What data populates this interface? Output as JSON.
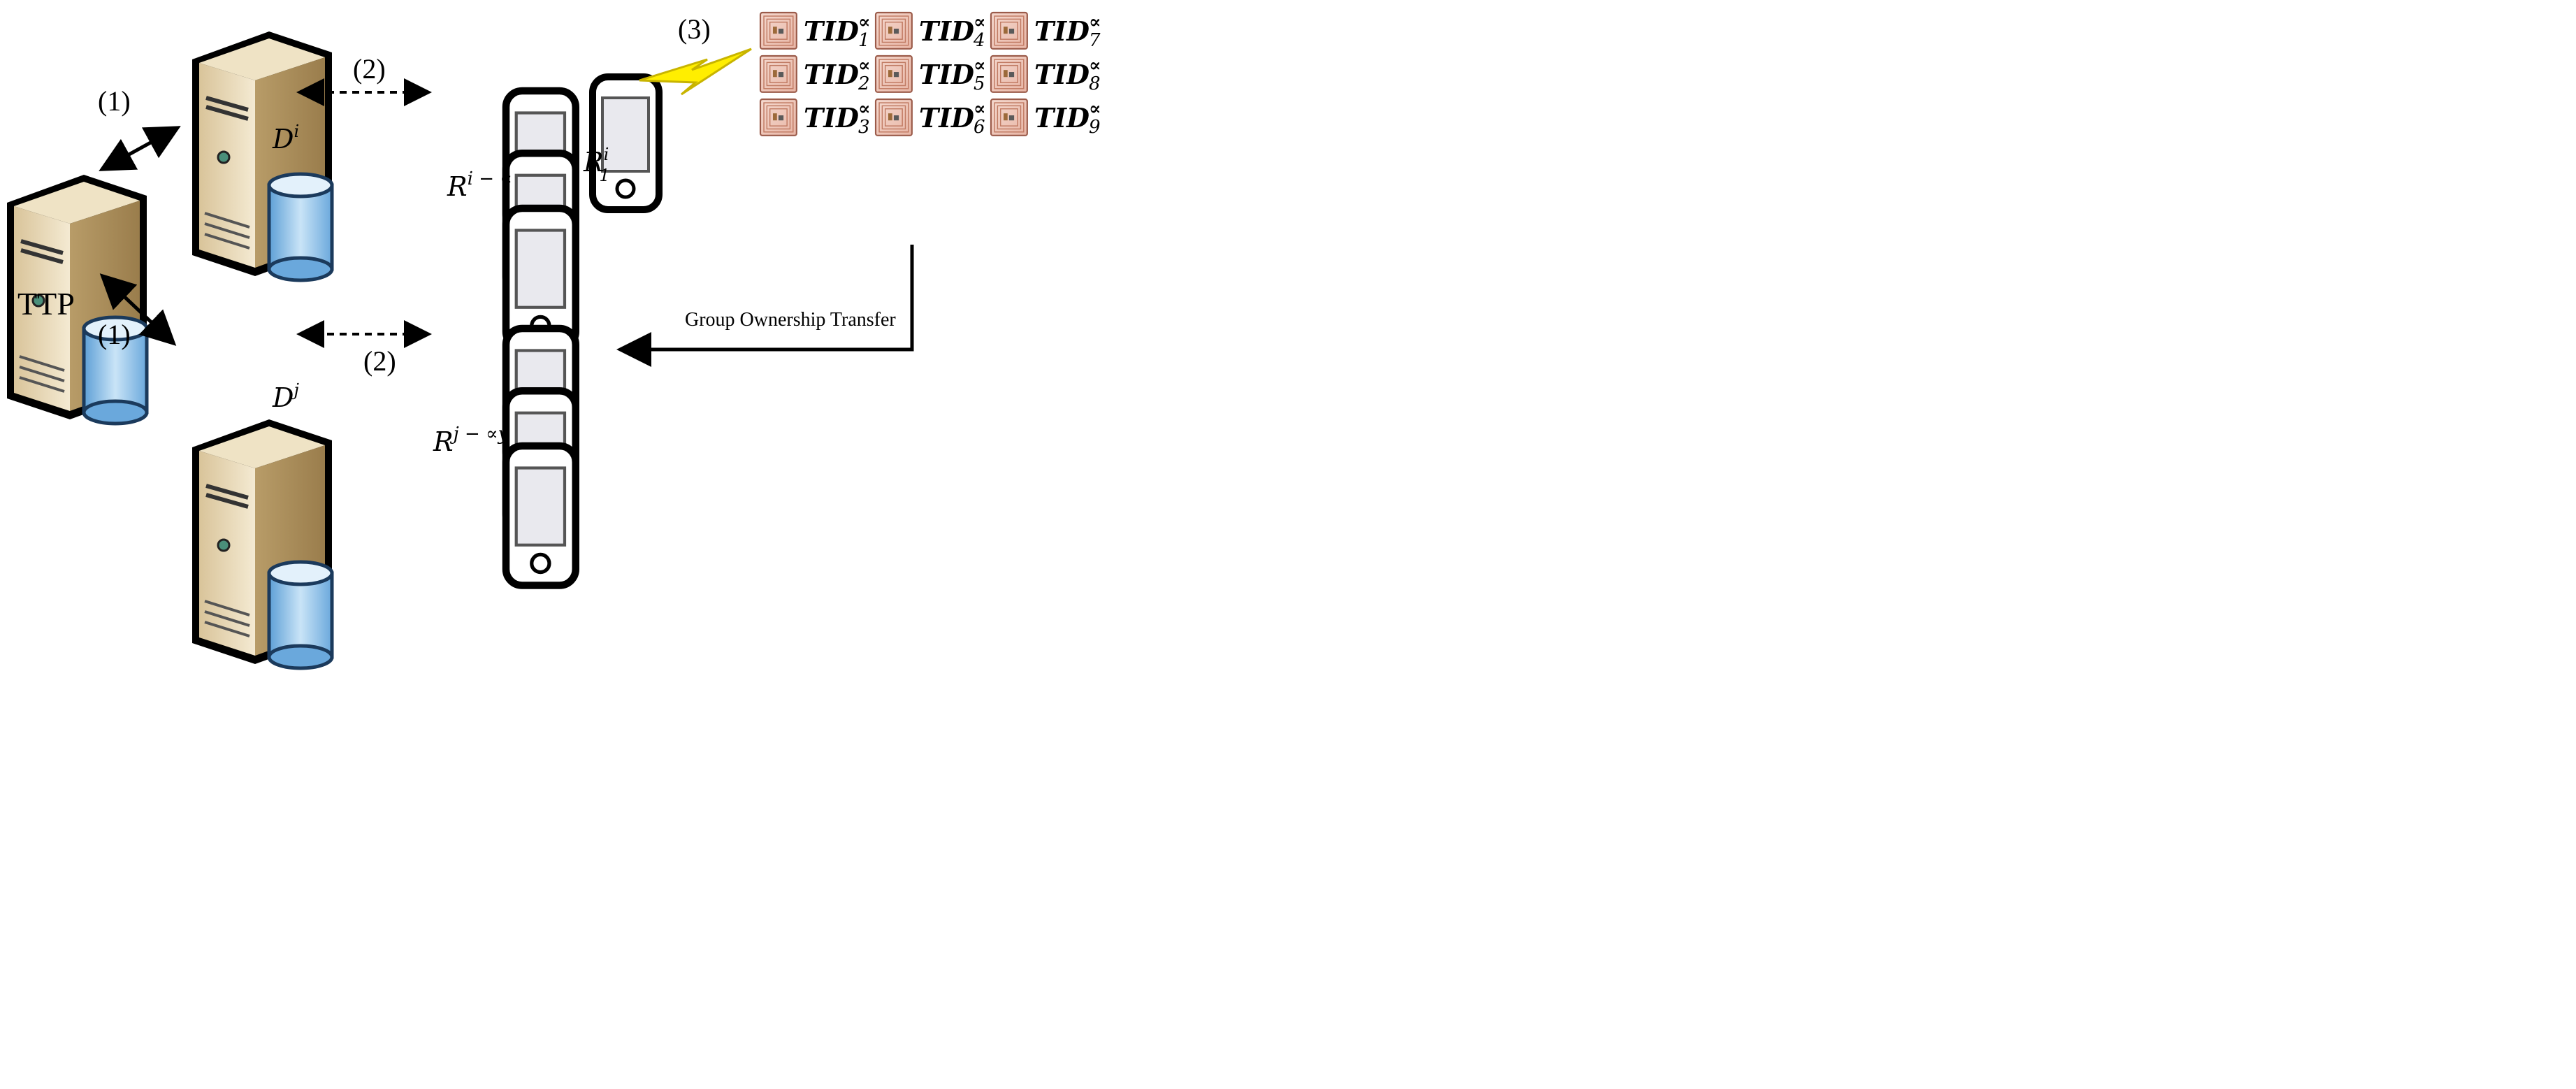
{
  "labels": {
    "step1_top": "(1)",
    "step1_bottom": "(1)",
    "step2_top": "(2)",
    "step2_bottom": "(2)",
    "step3": "(3)",
    "ttp": "TTP",
    "group_transfer": "Group Ownership Transfer"
  },
  "math": {
    "di_base": "D",
    "di_sup": "i",
    "dj_base": "D",
    "dj_sup": "j",
    "r_i_alpha_base": "R",
    "r_i_alpha_sup": "i − ∝",
    "r1i_base": "R",
    "r1i_sup": "i",
    "r1i_sub": "1",
    "r_j_gamma_base": "R",
    "r_j_gamma_sup": "j − ∝y"
  },
  "tags": [
    {
      "label": "TID",
      "sup": "∝",
      "sub": "1"
    },
    {
      "label": "TID",
      "sup": "∝",
      "sub": "4"
    },
    {
      "label": "TID",
      "sup": "∝",
      "sub": "7"
    },
    {
      "label": "TID",
      "sup": "∝",
      "sub": "2"
    },
    {
      "label": "TID",
      "sup": "∝",
      "sub": "5"
    },
    {
      "label": "TID",
      "sup": "∝",
      "sub": "8"
    },
    {
      "label": "TID",
      "sup": "∝",
      "sub": "3"
    },
    {
      "label": "TID",
      "sup": "∝",
      "sub": "6"
    },
    {
      "label": "TID",
      "sup": "∝",
      "sub": "9"
    }
  ]
}
